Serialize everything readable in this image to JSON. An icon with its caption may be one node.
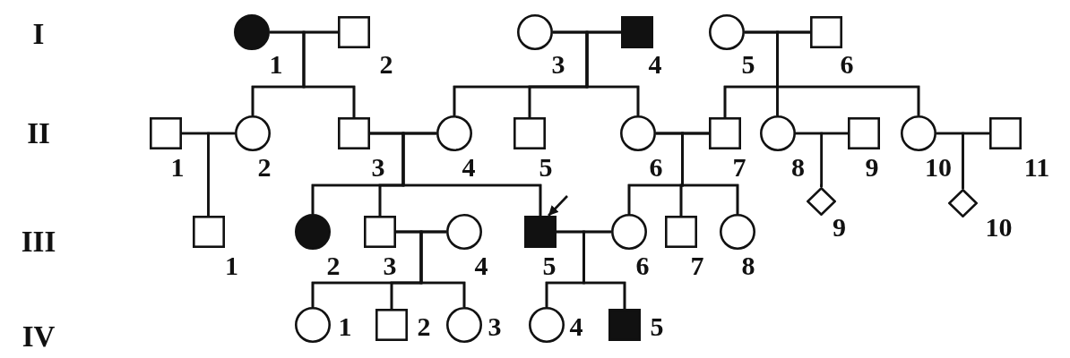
{
  "diagram": {
    "nodes": [
      {
        "text": [],
        "shape": "filled-circle",
        "beside": [
          "1"
        ]
      },
      {
        "text": [],
        "shape": "square",
        "beside": [
          "2"
        ]
      },
      {
        "text": [],
        "shape": "circle",
        "beside": [
          "3"
        ]
      },
      {
        "text": [],
        "shape": "filled-square",
        "beside": [
          "4"
        ]
      },
      {
        "text": [],
        "shape": "circle",
        "beside": [
          "5"
        ]
      },
      {
        "text": [],
        "shape": "square",
        "beside": [
          "6"
        ]
      },
      {
        "text": [],
        "shape": "square",
        "beside": [
          "1"
        ]
      },
      {
        "text": [],
        "shape": "circle",
        "beside": [
          "2"
        ]
      },
      {
        "text": [],
        "shape": "square",
        "beside": [
          "3"
        ]
      },
      {
        "text": [],
        "shape": "circle",
        "beside": [
          "4"
        ]
      },
      {
        "text": [],
        "shape": "square",
        "beside": [
          "5"
        ]
      },
      {
        "text": [],
        "shape": "circle",
        "beside": [
          "6"
        ]
      },
      {
        "text": [],
        "shape": "square",
        "beside": [
          "7"
        ]
      },
      {
        "text": [],
        "shape": "circle",
        "beside": [
          "8"
        ]
      },
      {
        "text": [],
        "shape": "square",
        "beside": [
          "9"
        ]
      },
      {
        "text": [],
        "shape": "circle",
        "beside": [
          "10"
        ]
      },
      {
        "text": [],
        "shape": "square",
        "beside": [
          "11"
        ]
      },
      {
        "text": [],
        "shape": "square",
        "beside": [
          "1"
        ]
      },
      {
        "text": [],
        "shape": "filled-circle",
        "beside": [
          "2"
        ]
      },
      {
        "text": [],
        "shape": "square",
        "beside": [
          "3"
        ]
      },
      {
        "text": [],
        "shape": "circle",
        "beside": [
          "4"
        ]
      },
      {
        "text": [],
        "shape": "filled-square",
        "beside": [
          "5"
        ]
      },
      {
        "text": [],
        "shape": "circle",
        "beside": [
          "6"
        ]
      },
      {
        "text": [],
        "shape": "square",
        "beside": [
          "7"
        ]
      },
      {
        "text": [],
        "shape": "circle",
        "beside": [
          "8"
        ]
      },
      {
        "text": [],
        "shape": "diamond",
        "beside": [
          "9"
        ]
      },
      {
        "text": [],
        "shape": "diamond",
        "beside": [
          "10"
        ]
      },
      {
        "text": [],
        "shape": "circle",
        "beside": [
          "1"
        ]
      },
      {
        "text": [],
        "shape": "square",
        "beside": [
          "2"
        ]
      },
      {
        "text": [],
        "shape": "circle",
        "beside": [
          "3"
        ]
      },
      {
        "text": [],
        "shape": "circle",
        "beside": [
          "4"
        ]
      },
      {
        "text": [],
        "shape": "filled-square",
        "beside": [
          "5"
        ]
      }
    ],
    "edges": [
      {
        "from": 0,
        "to": 1,
        "arrow": "none"
      },
      {
        "from": 0,
        "to": 7,
        "arrow": "none"
      },
      {
        "from": 1,
        "to": 7,
        "arrow": "none"
      },
      {
        "from": 0,
        "to": 8,
        "arrow": "none"
      },
      {
        "from": 1,
        "to": 8,
        "arrow": "none"
      },
      {
        "from": 2,
        "to": 3,
        "arrow": "none"
      },
      {
        "from": 2,
        "to": 9,
        "arrow": "none"
      },
      {
        "from": 3,
        "to": 9,
        "arrow": "none"
      },
      {
        "from": 2,
        "to": 10,
        "arrow": "none"
      },
      {
        "from": 3,
        "to": 10,
        "arrow": "none"
      },
      {
        "from": 2,
        "to": 11,
        "arrow": "none"
      },
      {
        "from": 3,
        "to": 11,
        "arrow": "none"
      },
      {
        "from": 4,
        "to": 5,
        "arrow": "none"
      },
      {
        "from": 4,
        "to": 12,
        "arrow": "none"
      },
      {
        "from": 5,
        "to": 12,
        "arrow": "none"
      },
      {
        "from": 4,
        "to": 13,
        "arrow": "none"
      },
      {
        "from": 5,
        "to": 13,
        "arrow": "none"
      },
      {
        "from": 4,
        "to": 15,
        "arrow": "none"
      },
      {
        "from": 5,
        "to": 15,
        "arrow": "none"
      },
      {
        "from": 6,
        "to": 7,
        "arrow": "none"
      },
      {
        "from": 6,
        "to": 17,
        "arrow": "none"
      },
      {
        "from": 7,
        "to": 17,
        "arrow": "none"
      },
      {
        "from": 8,
        "to": 9,
        "arrow": "none"
      },
      {
        "from": 8,
        "to": 18,
        "arrow": "none"
      },
      {
        "from": 9,
        "to": 18,
        "arrow": "none"
      },
      {
        "from": 8,
        "to": 19,
        "arrow": "none"
      },
      {
        "from": 9,
        "to": 19,
        "arrow": "none"
      },
      {
        "from": 8,
        "to": 21,
        "arrow": "none"
      },
      {
        "from": 9,
        "to": 21,
        "arrow": "none"
      },
      {
        "from": 11,
        "to": 12,
        "arrow": "none"
      },
      {
        "from": 11,
        "to": 22,
        "arrow": "none"
      },
      {
        "from": 12,
        "to": 22,
        "arrow": "none"
      },
      {
        "from": 11,
        "to": 23,
        "arrow": "none"
      },
      {
        "from": 12,
        "to": 23,
        "arrow": "none"
      },
      {
        "from": 11,
        "to": 24,
        "arrow": "none"
      },
      {
        "from": 12,
        "to": 24,
        "arrow": "none"
      },
      {
        "from": 13,
        "to": 14,
        "arrow": "none"
      },
      {
        "from": 13,
        "to": 25,
        "arrow": "none"
      },
      {
        "from": 14,
        "to": 25,
        "arrow": "none"
      },
      {
        "from": 15,
        "to": 16,
        "arrow": "none"
      },
      {
        "from": 15,
        "to": 26,
        "arrow": "none"
      },
      {
        "from": 16,
        "to": 26,
        "arrow": "none"
      },
      {
        "from": 19,
        "to": 20,
        "arrow": "none"
      },
      {
        "from": 19,
        "to": 27,
        "arrow": "none"
      },
      {
        "from": 20,
        "to": 27,
        "arrow": "none"
      },
      {
        "from": 19,
        "to": 28,
        "arrow": "none"
      },
      {
        "from": 20,
        "to": 28,
        "arrow": "none"
      },
      {
        "from": 19,
        "to": 29,
        "arrow": "none"
      },
      {
        "from": 20,
        "to": 29,
        "arrow": "none"
      },
      {
        "from": 21,
        "to": 22,
        "arrow": "none"
      },
      {
        "from": 21,
        "to": 30,
        "arrow": "none"
      },
      {
        "from": 22,
        "to": 30,
        "arrow": "none"
      },
      {
        "from": 21,
        "to": 31,
        "arrow": "none"
      },
      {
        "from": 22,
        "to": 31,
        "arrow": "none"
      },
      {
        "from": null,
        "to": 21,
        "arrow": "to"
      }
    ],
    "labels": [
      "I",
      "II",
      "III",
      "IV"
    ]
  }
}
